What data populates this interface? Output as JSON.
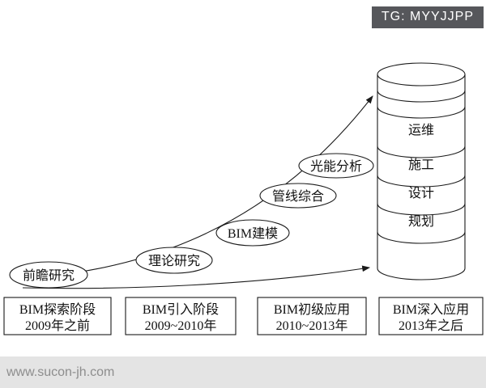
{
  "watermark": {
    "tag": "TG: MYYJJPP",
    "site": "www.sucon-jh.com"
  },
  "colors": {
    "badge_bg": "#56575b",
    "footer_bg": "#e4e4e4",
    "footer_text": "#8d8d8d",
    "stroke": "#1a1a1a"
  },
  "diagram": {
    "cylinder_layers": [
      "运维",
      "施工",
      "设计",
      "规划"
    ],
    "stage_ovals": [
      "前瞻研究",
      "理论研究",
      "BIM建模",
      "管线综合",
      "光能分析"
    ],
    "phase_boxes": [
      {
        "line1": "BIM探索阶段",
        "line2": "2009年之前"
      },
      {
        "line1": "BIM引入阶段",
        "line2": "2009~2010年"
      },
      {
        "line1": "BIM初级应用",
        "line2": "2010~2013年"
      },
      {
        "line1": "BIM深入应用",
        "line2": "2013年之后"
      }
    ]
  }
}
